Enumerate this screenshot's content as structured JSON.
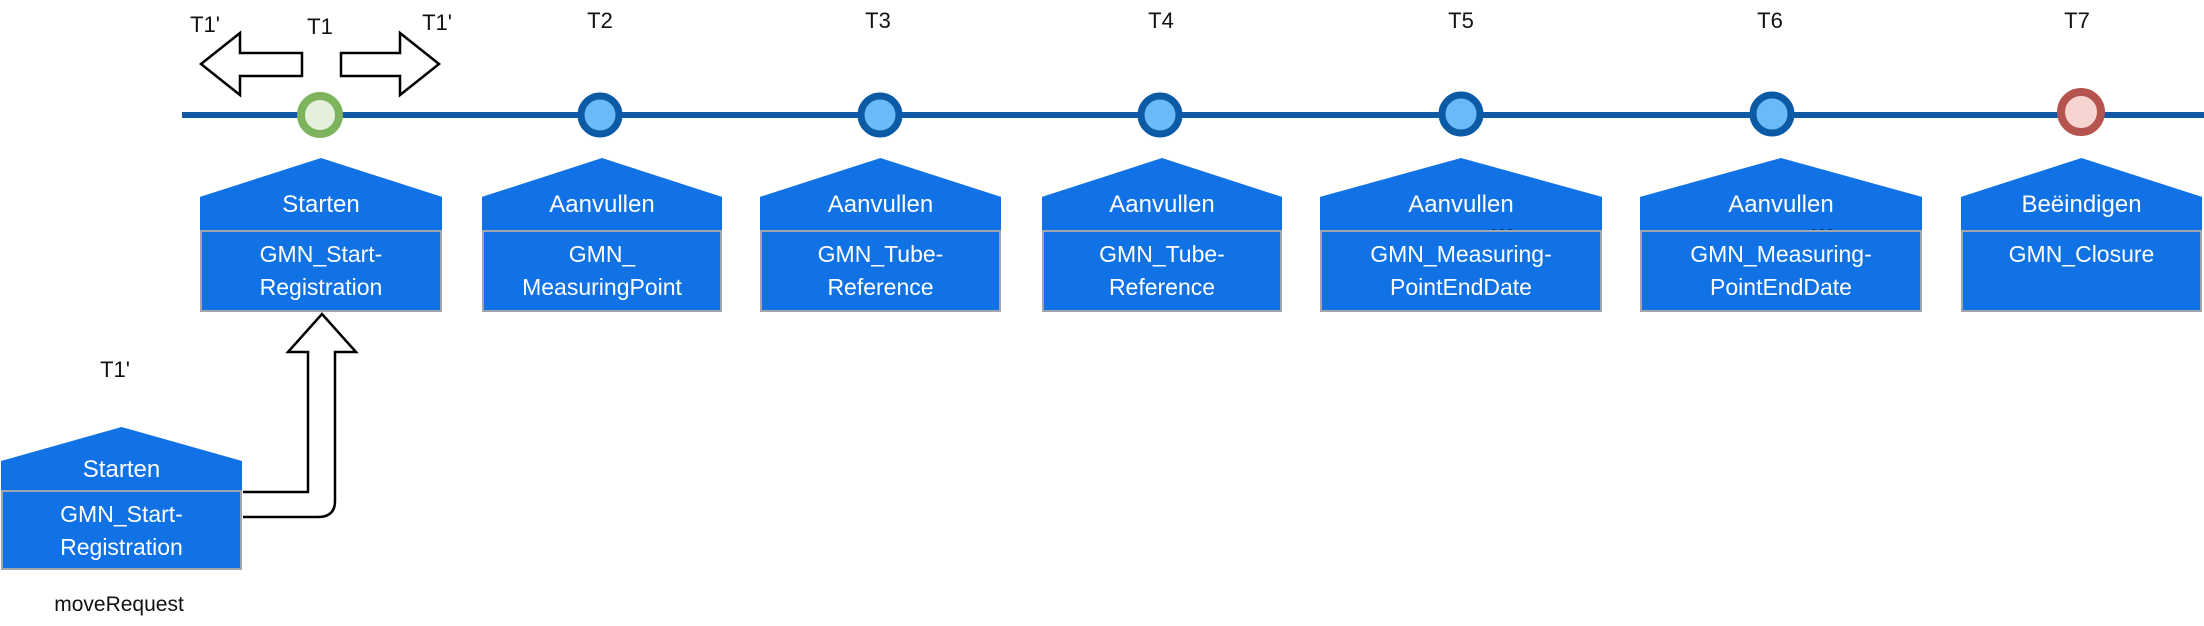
{
  "diagram": {
    "description": "Timeline diagram of GMN registration events",
    "colors": {
      "event_box_blue": "#1172E6",
      "event_box_border_gray": "#9FA6AC",
      "timeline_blue": "#1259A5",
      "milestone_blue_ring": "#0B5AA5",
      "milestone_blue_fill": "#6CB9F7",
      "milestone_start_green_ring": "#7CB35C",
      "milestone_start_green_fill": "#E4F0DC",
      "milestone_end_red_ring": "#B5534E",
      "milestone_end_red_fill": "#F6D4D1",
      "arrow_outline": "#000000"
    }
  },
  "timeline": {
    "markers": [
      {
        "label": "T1",
        "type": "start"
      },
      {
        "label": "T2",
        "type": "intermediate"
      },
      {
        "label": "T3",
        "type": "intermediate"
      },
      {
        "label": "T4",
        "type": "intermediate"
      },
      {
        "label": "T5",
        "type": "intermediate"
      },
      {
        "label": "T6",
        "type": "intermediate"
      },
      {
        "label": "T7",
        "type": "end"
      }
    ]
  },
  "move_arrows": {
    "left_label": "T1'",
    "right_label": "T1'"
  },
  "events": [
    {
      "action": "Starten",
      "artifact": [
        "GMN_Start-",
        "Registration"
      ]
    },
    {
      "action": "Aanvullen",
      "artifact": [
        "GMN_",
        "MeasuringPoint"
      ]
    },
    {
      "action": "Aanvullen",
      "artifact": [
        "GMN_Tube-",
        "Reference"
      ]
    },
    {
      "action": "Aanvullen",
      "artifact": [
        "GMN_Tube-",
        "Reference"
      ]
    },
    {
      "action": "Aanvullen",
      "ellipsis": "…",
      "artifact": [
        "GMN_Measuring-",
        "PointEndDate"
      ]
    },
    {
      "action": "Aanvullen",
      "ellipsis": "…",
      "artifact": [
        "GMN_Measuring-",
        "PointEndDate"
      ]
    },
    {
      "action": "Beëindigen",
      "artifact": [
        "GMN_Closure"
      ]
    }
  ],
  "moved_event": {
    "t_label": "T1'",
    "action": "Starten",
    "artifact": [
      "GMN_Start-",
      "Registration"
    ],
    "caption": "moveRequest"
  }
}
